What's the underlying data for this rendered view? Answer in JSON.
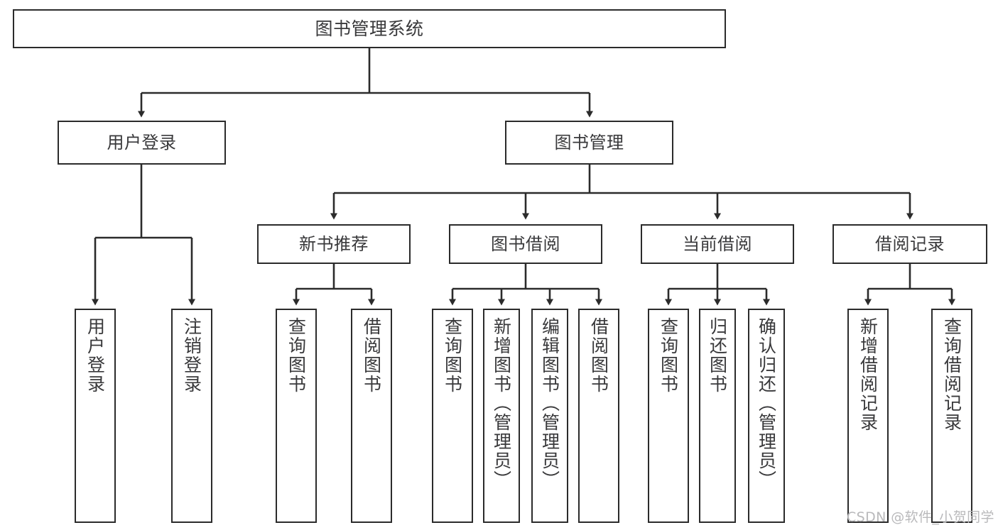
{
  "diagram": {
    "title": "图书管理系统",
    "type": "tree-hierarchy",
    "watermark": "CSDN @软件_小贺同学",
    "colors": {
      "stroke": "#2b2b2b",
      "text": "#39393b",
      "background": "#ffffff",
      "watermark": "#b9b9bb"
    },
    "nodes": {
      "root": "图书管理系统",
      "level2": {
        "user_login": "用户登录",
        "book_manage": "图书管理"
      },
      "level3": {
        "new_book_recommend": "新书推荐",
        "book_borrow": "图书借阅",
        "current_borrow": "当前借阅",
        "borrow_record": "借阅记录"
      },
      "leaves": {
        "user_login_1": "用户登录",
        "user_login_2": "注销登录",
        "new_book_1": "查询图书",
        "new_book_2": "借阅图书",
        "borrow_1": "查询图书",
        "borrow_2": "新增图书（管理员）",
        "borrow_3": "编辑图书（管理员）",
        "borrow_4": "借阅图书",
        "current_1": "查询图书",
        "current_2": "归还图书",
        "current_3": "确认归还（管理员）",
        "record_1": "新增借阅记录",
        "record_2": "查询借阅记录"
      }
    }
  }
}
